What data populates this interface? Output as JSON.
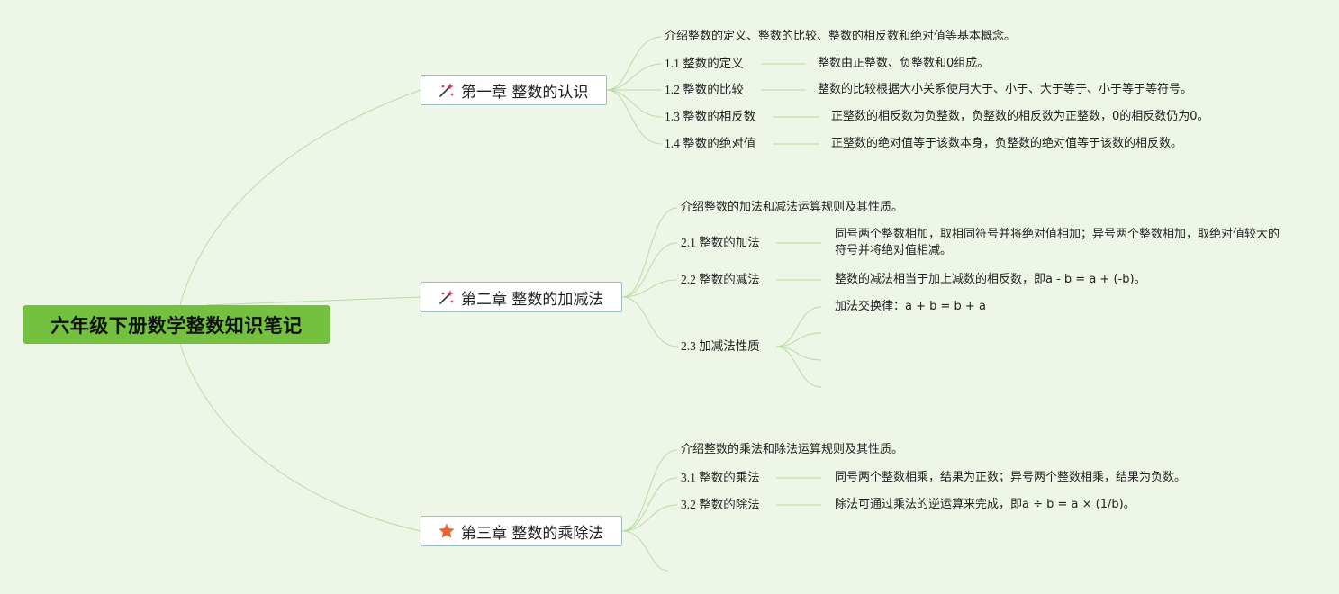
{
  "root": {
    "title": "六年级下册数学整数知识笔记"
  },
  "chapters": [
    {
      "title": "第一章 整数的认识",
      "icon": "sparkle-icon",
      "intro": "介绍整数的定义、整数的比较、整数的相反数和绝对值等基本概念。",
      "sections": [
        {
          "label": "1.1 整数的定义",
          "detail": "整数由正整数、负整数和0组成。"
        },
        {
          "label": "1.2 整数的比较",
          "detail": "整数的比较根据大小关系使用大于、小于、大于等于、小于等于等符号。"
        },
        {
          "label": "1.3 整数的相反数",
          "detail": "正整数的相反数为负整数，负整数的相反数为正整数，0的相反数仍为0。"
        },
        {
          "label": "1.4 整数的绝对值",
          "detail": "正整数的绝对值等于该数本身，负整数的绝对值等于该数的相反数。"
        }
      ]
    },
    {
      "title": "第二章 整数的加减法",
      "icon": "sparkle-icon",
      "intro": "介绍整数的加法和减法运算规则及其性质。",
      "sections": [
        {
          "label": "2.1 整数的加法",
          "detail": "同号两个整数相加，取相同符号并将绝对值相加；异号两个整数相加，取绝对值较大的符号并将绝对值相减。"
        },
        {
          "label": "2.2 整数的减法",
          "detail": "整数的减法相当于加上减数的相反数，即a - b = a + (-b)。"
        },
        {
          "label": "2.3 加减法性质",
          "detail": "加法交换律：a + b = b + a"
        }
      ]
    },
    {
      "title": "第三章 整数的乘除法",
      "icon": "star-icon",
      "intro": "介绍整数的乘法和除法运算规则及其性质。",
      "sections": [
        {
          "label": "3.1 整数的乘法",
          "detail": "同号两个整数相乘，结果为正数；异号两个整数相乘，结果为负数。"
        },
        {
          "label": "3.2 整数的除法",
          "detail": "除法可通过乘法的逆运算来完成，即a ÷ b = a × (1/b)。"
        }
      ]
    }
  ],
  "colors": {
    "background": "#eef6e8",
    "root": "#73c13f",
    "link": "#b8dca4",
    "chapter_border": "#9dbdc4",
    "sparkle": "#e0356a",
    "star": "#e8622c"
  }
}
